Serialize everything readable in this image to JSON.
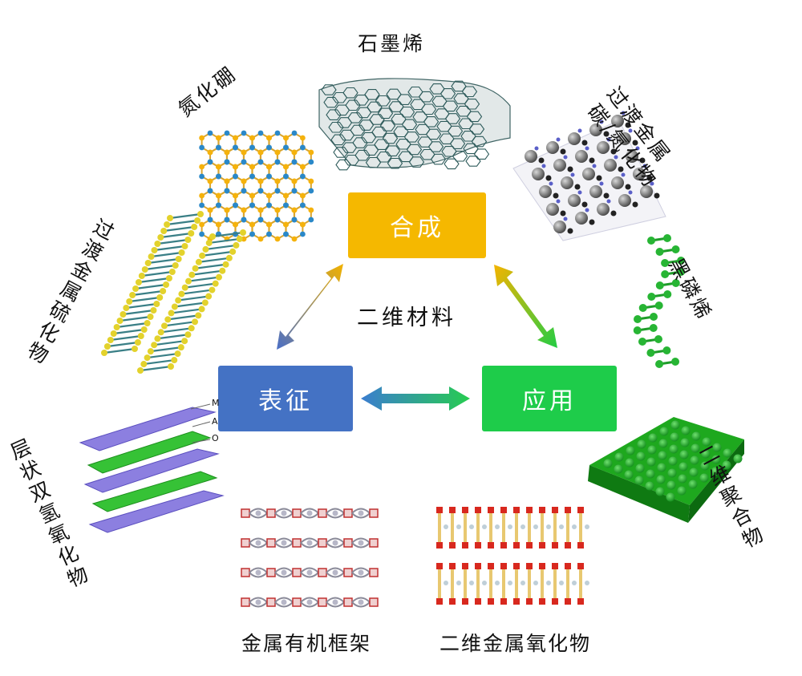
{
  "center_title": "二维材料",
  "boxes": {
    "synthesis": {
      "label": "合成",
      "color": "#F5B800"
    },
    "characterization": {
      "label": "表征",
      "color": "#4472C4"
    },
    "application": {
      "label": "应用",
      "color": "#1ECC4A"
    }
  },
  "materials": {
    "graphene": "石墨烯",
    "boron_nitride": "氮化硼",
    "tmd": "过渡金属硫化物",
    "mxene_line1": "过渡金属",
    "mxene_line2": "碳/氮化物",
    "black_phosphorus": "黑磷烯",
    "polymer": "二维聚合物",
    "ldh": "层状双氢氧化物",
    "mof": "金属有机框架",
    "oxide": "二维金属氧化物"
  },
  "ldh_tags": [
    "M",
    "A",
    "O"
  ]
}
